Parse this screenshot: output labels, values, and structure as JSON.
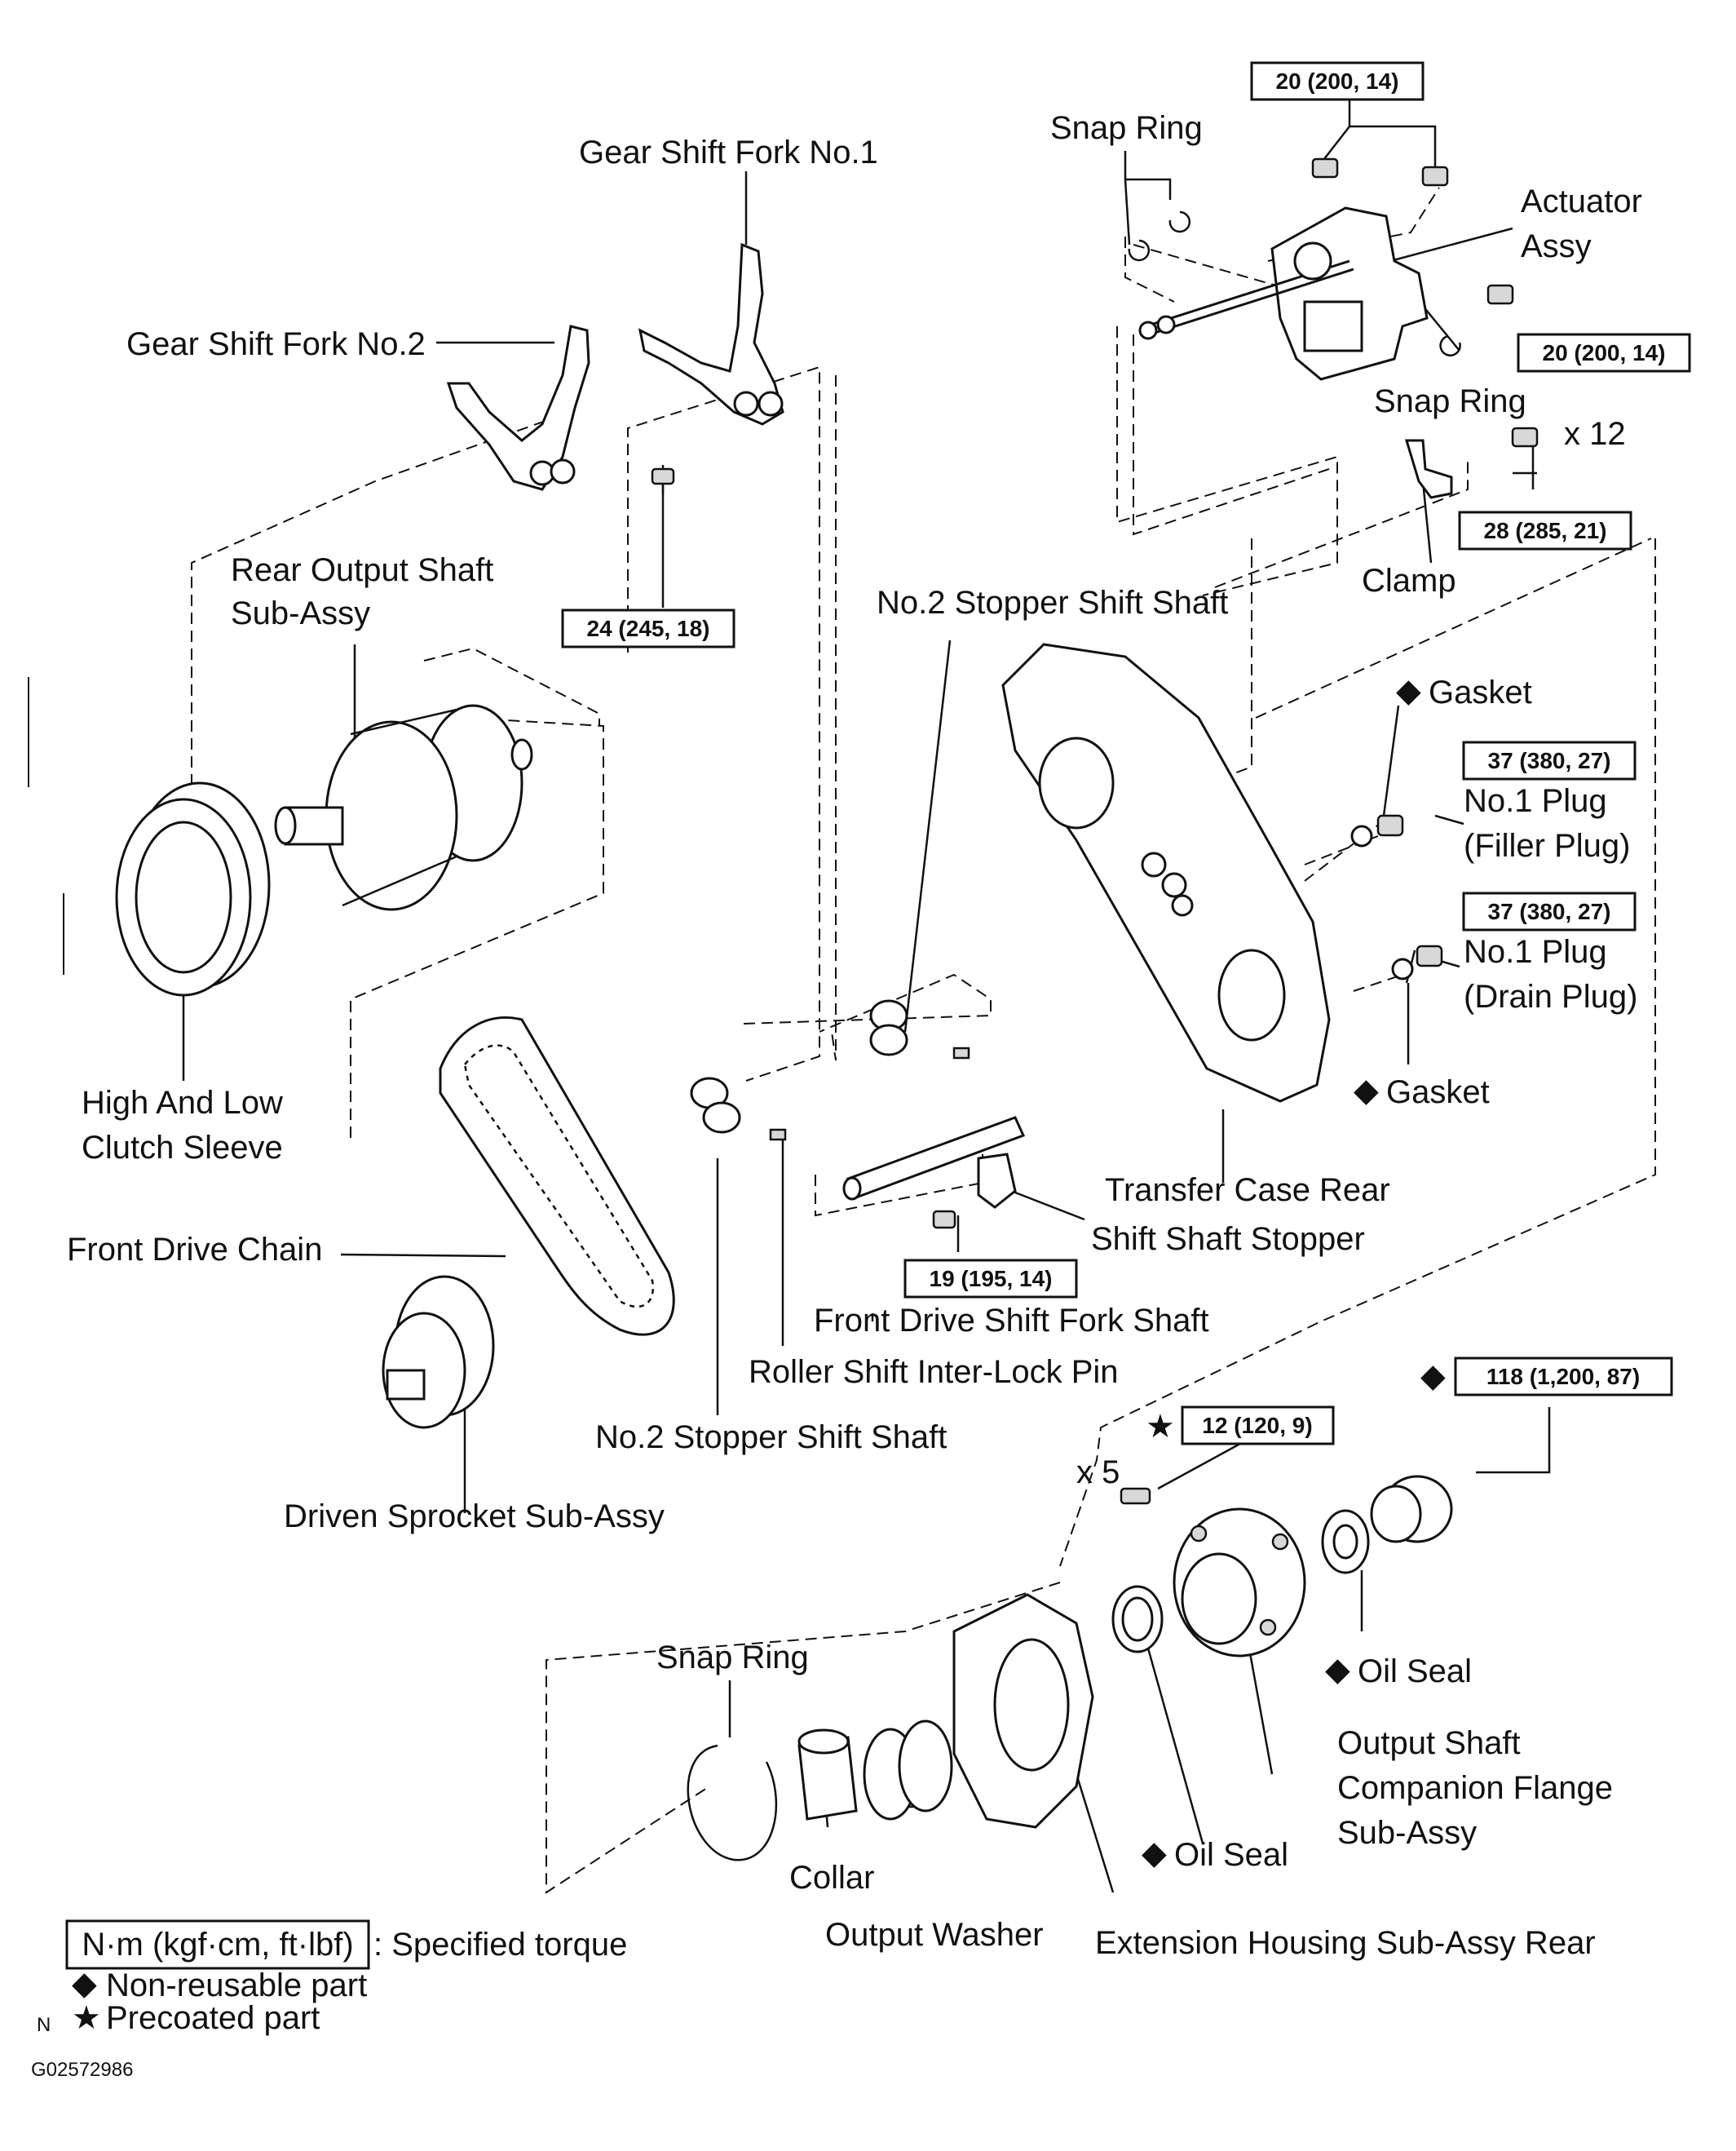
{
  "labels": {
    "gear_shift_fork_1": "Gear Shift Fork No.1",
    "gear_shift_fork_2": "Gear Shift Fork No.2",
    "snap_ring_top": "Snap Ring",
    "actuator_assy_1": "Actuator",
    "actuator_assy_2": "Assy",
    "snap_ring_right": "Snap Ring",
    "x12": "x 12",
    "clamp": "Clamp",
    "rear_output_shaft_1": "Rear Output Shaft",
    "rear_output_shaft_2": "Sub-Assy",
    "no2_stopper_top": "No.2 Stopper Shift Shaft",
    "gasket_top": "Gasket",
    "no1_plug_filler_1": "No.1 Plug",
    "no1_plug_filler_2": "(Filler Plug)",
    "no1_plug_drain_1": "No.1 Plug",
    "no1_plug_drain_2": "(Drain Plug)",
    "gasket_bottom": "Gasket",
    "high_low_1": "High And Low",
    "high_low_2": "Clutch Sleeve",
    "transfer_case_rear": "Transfer Case Rear",
    "shift_shaft_stopper": "Shift Shaft Stopper",
    "front_drive_chain": "Front Drive Chain",
    "front_drive_shift_fork_shaft": "Front Drive Shift Fork Shaft",
    "roller_pin": "Roller Shift Inter-Lock Pin",
    "no2_stopper_bottom": "No.2 Stopper Shift Shaft",
    "driven_sprocket": "Driven Sprocket Sub-Assy",
    "x5": "x 5",
    "snap_ring_bottom": "Snap Ring",
    "oil_seal_right": "Oil Seal",
    "output_flange_1": "Output Shaft",
    "output_flange_2": "Companion Flange",
    "output_flange_3": "Sub-Assy",
    "collar": "Collar",
    "oil_seal_mid": "Oil Seal",
    "output_washer": "Output Washer",
    "extension_housing": "Extension Housing Sub-Assy Rear"
  },
  "torques": {
    "t_top": "20 (200, 14)",
    "t_actuator": "20 (200, 14)",
    "t_case": "28 (285, 21)",
    "t_fork": "24 (245, 18)",
    "t_filler": "37 (380, 27)",
    "t_drain": "37 (380, 27)",
    "t_stopper": "19 (195, 14)",
    "t_nut": "118 (1,200, 87)",
    "t_housing": "12 (120, 9)"
  },
  "symbols": {
    "non_reusable": "◆",
    "precoated": "★"
  },
  "legend": {
    "unit_box": "N·m (kgf·cm, ft·lbf)",
    "specified": ": Specified torque",
    "non_reusable": "Non-reusable part",
    "precoated": "Precoated part",
    "n_mark": "N"
  },
  "figure_id": "G02572986"
}
